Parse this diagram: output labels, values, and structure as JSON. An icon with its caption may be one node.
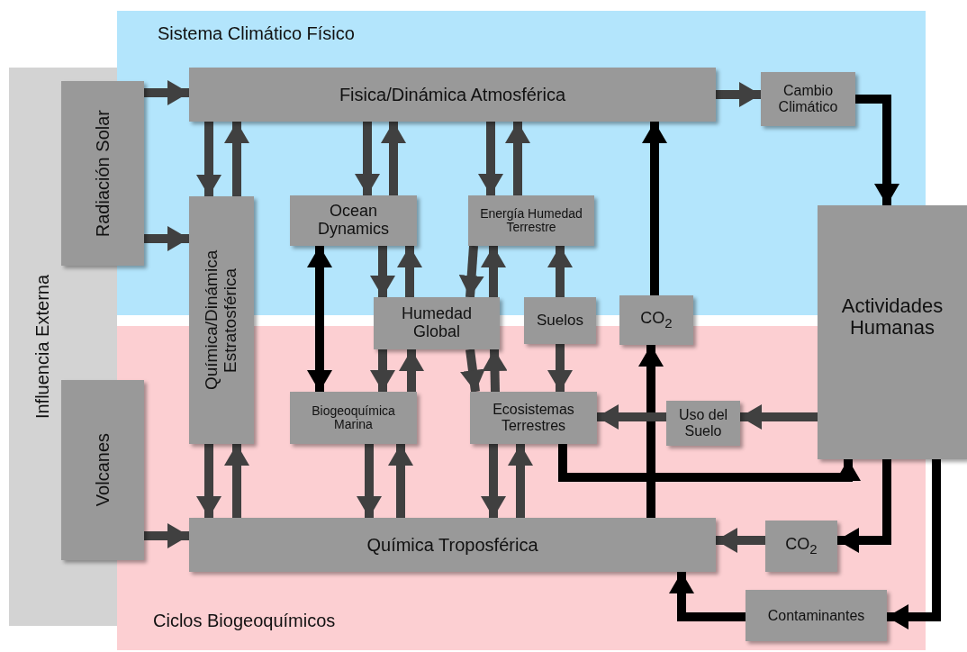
{
  "diagram": {
    "nodes": [
      {
        "text": [
          "Sistema Climático Físico"
        ]
      },
      {
        "text": [
          "Ciclos Biogeoquímicos"
        ]
      },
      {
        "text": [
          "Influencia Externa"
        ]
      },
      {
        "text": [
          "Radiación Solar"
        ]
      },
      {
        "text": [
          "Volcanes"
        ]
      },
      {
        "text": [
          "Fisica/Dinámica Atmosférica"
        ],
        "in": 0
      },
      {
        "text": [
          "Cambio Climático"
        ],
        "in": 0
      },
      {
        "text": [
          "Química/Dinámica Estratosférica"
        ]
      },
      {
        "text": [
          "Ocean Dynamics"
        ],
        "in": 0
      },
      {
        "text": [
          "Energía Humedad Terrestre"
        ],
        "in": 0
      },
      {
        "text": [
          "Humedad Global"
        ]
      },
      {
        "text": [
          "Suelos"
        ]
      },
      {
        "text": [
          "CO$_{2}$"
        ]
      },
      {
        "text": [
          "Actividades Humanas"
        ]
      },
      {
        "text": [
          "Biogeoquímica Marina"
        ],
        "in": 1
      },
      {
        "text": [
          "Ecosistemas Terrestres"
        ],
        "in": 1
      },
      {
        "text": [
          "Uso del Suelo"
        ],
        "in": 1
      },
      {
        "text": [
          "Química Troposférica"
        ],
        "in": 1
      },
      {
        "text": [
          "CO$_{2}$"
        ],
        "in": 1
      },
      {
        "text": [
          "Contaminantes"
        ],
        "in": 1
      }
    ],
    "edges": [
      {
        "from": 3,
        "to": 5,
        "arrow": "to"
      },
      {
        "from": 3,
        "to": 7,
        "arrow": "to"
      },
      {
        "from": 4,
        "to": 17,
        "arrow": "to"
      },
      {
        "from": 5,
        "to": 6,
        "arrow": "to"
      },
      {
        "from": 6,
        "to": 13,
        "arrow": "to",
        "color": "#000000"
      },
      {
        "from": 5,
        "to": 7,
        "arrow": "to"
      },
      {
        "from": 7,
        "to": 5,
        "arrow": "to"
      },
      {
        "from": 5,
        "to": 8,
        "arrow": "to"
      },
      {
        "from": 8,
        "to": 5,
        "arrow": "to"
      },
      {
        "from": 5,
        "to": 9,
        "arrow": "to"
      },
      {
        "from": 9,
        "to": 5,
        "arrow": "to"
      },
      {
        "from": 12,
        "to": 5,
        "arrow": "to",
        "color": "#000000"
      },
      {
        "from": 8,
        "to": 10,
        "arrow": "to"
      },
      {
        "from": 10,
        "to": 8,
        "arrow": "to"
      },
      {
        "from": 9,
        "to": 10,
        "arrow": "to"
      },
      {
        "from": 10,
        "to": 9,
        "arrow": "to"
      },
      {
        "from": 11,
        "to": 9,
        "arrow": "to"
      },
      {
        "from": 8,
        "to": 14,
        "arrow": "both",
        "color": "#000000"
      },
      {
        "from": 10,
        "to": 14,
        "arrow": "to"
      },
      {
        "from": 14,
        "to": 10,
        "arrow": "to"
      },
      {
        "from": 10,
        "to": 15,
        "arrow": "to"
      },
      {
        "from": 15,
        "to": 10,
        "arrow": "to"
      },
      {
        "from": 11,
        "to": 15,
        "arrow": "to"
      },
      {
        "from": 7,
        "to": 17,
        "arrow": "to"
      },
      {
        "from": 17,
        "to": 7,
        "arrow": "to"
      },
      {
        "from": 14,
        "to": 17,
        "arrow": "to"
      },
      {
        "from": 17,
        "to": 14,
        "arrow": "to"
      },
      {
        "from": 15,
        "to": 17,
        "arrow": "to"
      },
      {
        "from": 17,
        "to": 15,
        "arrow": "to"
      },
      {
        "from": 17,
        "to": 12,
        "arrow": "to",
        "color": "#000000"
      },
      {
        "from": 13,
        "to": 16,
        "arrow": "to"
      },
      {
        "from": 16,
        "to": 15,
        "arrow": "to"
      },
      {
        "from": 15,
        "to": 13,
        "arrow": "to",
        "color": "#000000"
      },
      {
        "from": 13,
        "to": 18,
        "arrow": "to",
        "color": "#000000"
      },
      {
        "from": 18,
        "to": 17,
        "arrow": "to"
      },
      {
        "from": 13,
        "to": 19,
        "arrow": "to",
        "color": "#000000"
      },
      {
        "from": 19,
        "to": 17,
        "arrow": "to",
        "color": "#000000"
      }
    ]
  }
}
